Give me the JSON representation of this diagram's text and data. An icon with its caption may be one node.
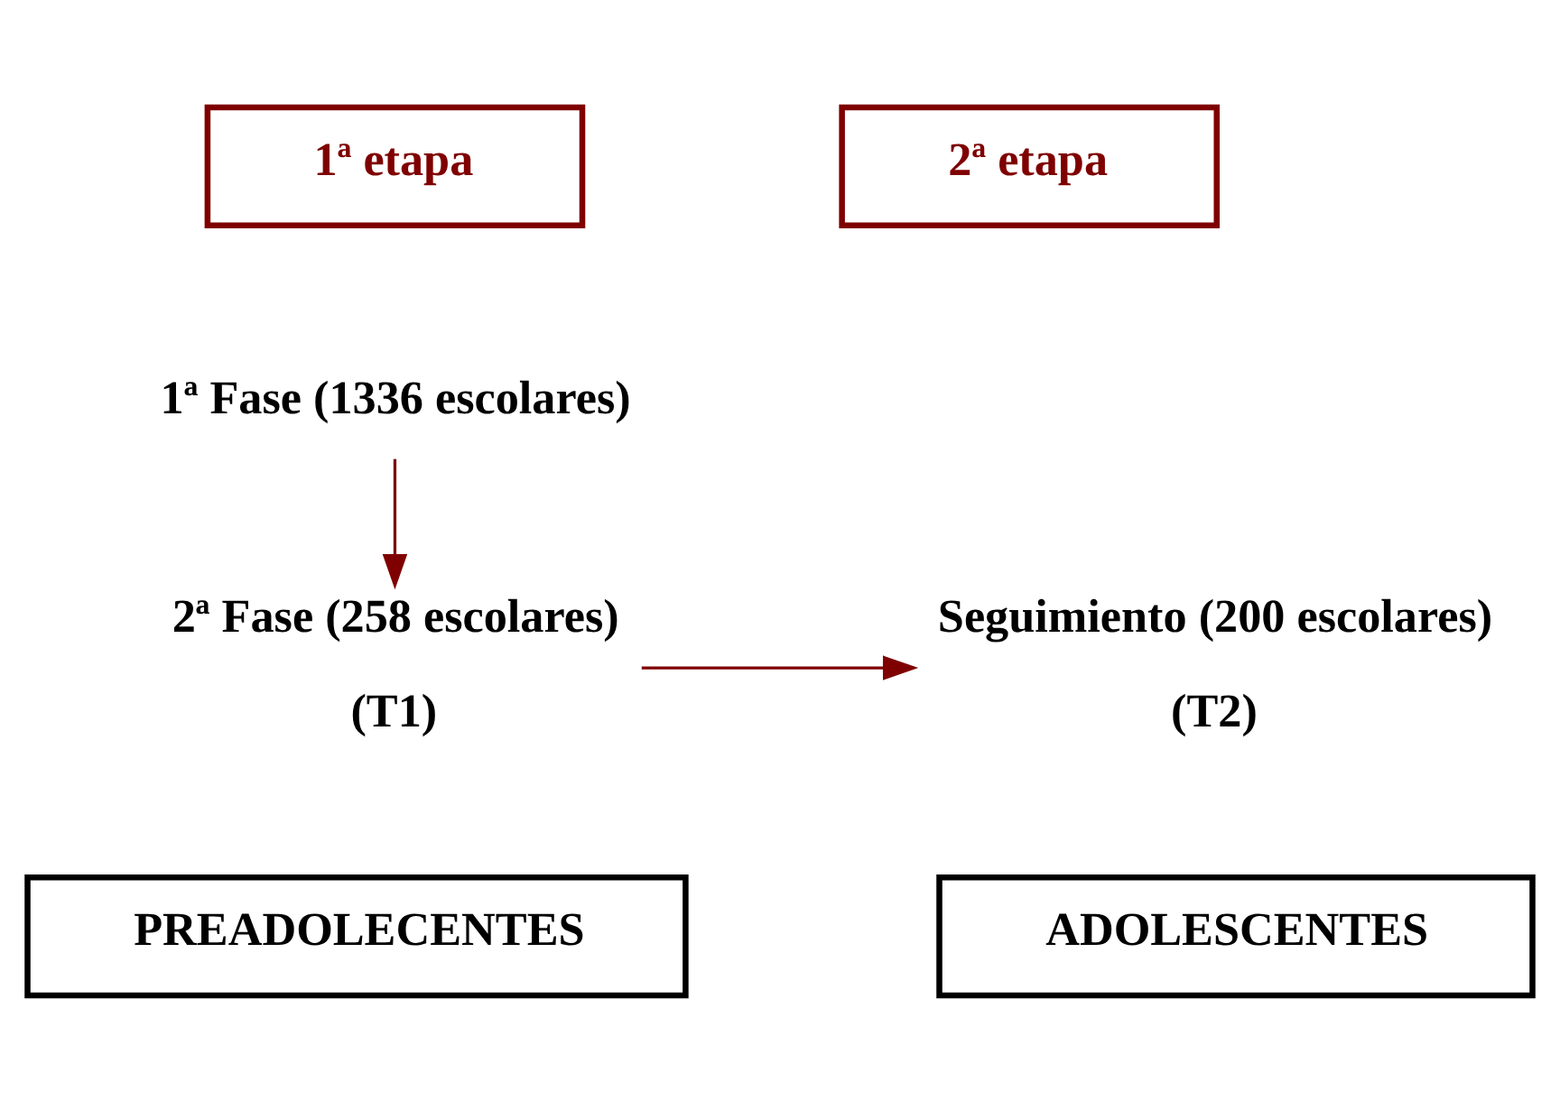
{
  "diagram": {
    "nodes": [
      {
        "text": [
          "1ª etapa"
        ]
      },
      {
        "text": [
          "2ª etapa"
        ]
      },
      {
        "text": [
          "1ª Fase (1336 escolares)"
        ]
      },
      {
        "text": [
          "2ª Fase (258 escolares)"
        ],
        "beside": [
          "(T1)"
        ]
      },
      {
        "text": [
          "Seguimiento (200 escolares)"
        ],
        "beside": [
          "(T2)"
        ]
      },
      {
        "text": [
          "PREADOLECENTES"
        ]
      },
      {
        "text": [
          "ADOLESCENTES"
        ]
      }
    ],
    "edges": [
      {
        "from": 2,
        "to": 3,
        "arrow": "to"
      },
      {
        "from": 3,
        "to": 4,
        "arrow": "to"
      }
    ]
  }
}
